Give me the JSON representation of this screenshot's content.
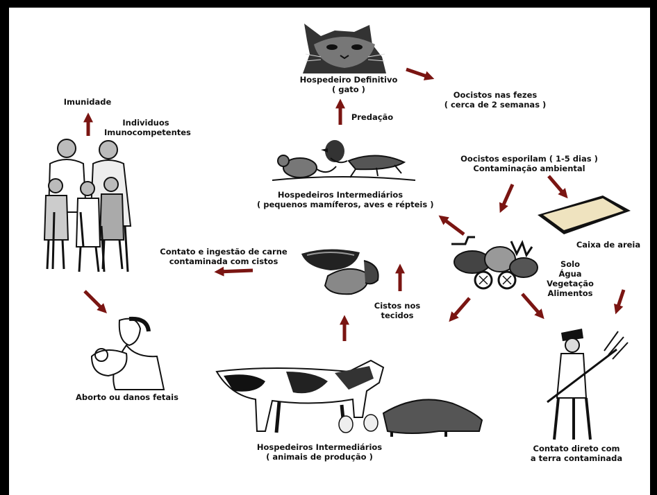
{
  "colors": {
    "arrow": "#7a1512",
    "ink": "#111111",
    "background": "#ffffff",
    "frame": "#000000"
  },
  "labels": {
    "definitive_host": [
      "Hospedeiro Definitivo",
      "( gato )"
    ],
    "oocysts_feces": [
      "Oocistos nas fezes",
      "( cerca de 2 semanas )"
    ],
    "immunity": "Imunidade",
    "immunocompetent": [
      "Individuos",
      "Imunocompetentes"
    ],
    "predation": "Predação",
    "sporulate": [
      "Oocistos esporilam ( 1-5 dias )",
      "Contaminação ambiental"
    ],
    "small_hosts": [
      "Hospedeiros Intermediários",
      "( pequenos mamíferos, aves e répteis )"
    ],
    "sandbox": "Caixa de areia",
    "meat": [
      "Contato e ingestão de carne",
      "contaminada com cistos"
    ],
    "environment": [
      "Solo",
      "Água",
      "Vegetação",
      "Alimentos"
    ],
    "cysts": [
      "Cistos nos",
      "tecidos"
    ],
    "abortion": "Aborto ou danos fetais",
    "farm_hosts": [
      "Hospedeiros Intermediários",
      "( animais de produção )"
    ],
    "direct_contact": [
      "Contato direto com",
      "a terra contaminada"
    ]
  },
  "illustrations": [
    "cat-illustration",
    "family-illustration",
    "small-animals-illustration",
    "sandbox-illustration",
    "meat-illustration",
    "produce-illustration",
    "mother-baby-illustration",
    "farm-animals-illustration",
    "farmer-illustration"
  ]
}
